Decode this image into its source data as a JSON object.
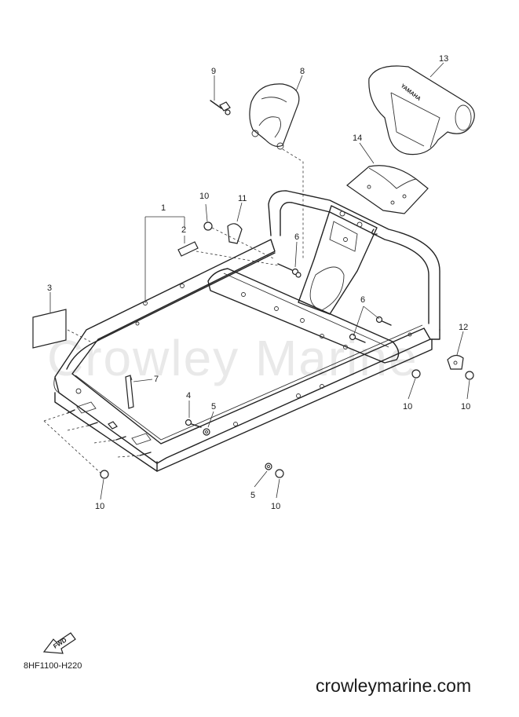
{
  "diagram": {
    "watermark": "Crowley Marine",
    "callouts": [
      "13",
      "9",
      "8",
      "14",
      "1",
      "10",
      "11",
      "2",
      "6",
      "3",
      "6",
      "12",
      "7",
      "4",
      "5",
      "10",
      "10",
      "5",
      "10",
      "10"
    ],
    "fwd_label": "FWD",
    "yamaha_label": "YAMAHA",
    "diagram_code": "8HF1100-H220",
    "site": "crowleymarine.com"
  }
}
